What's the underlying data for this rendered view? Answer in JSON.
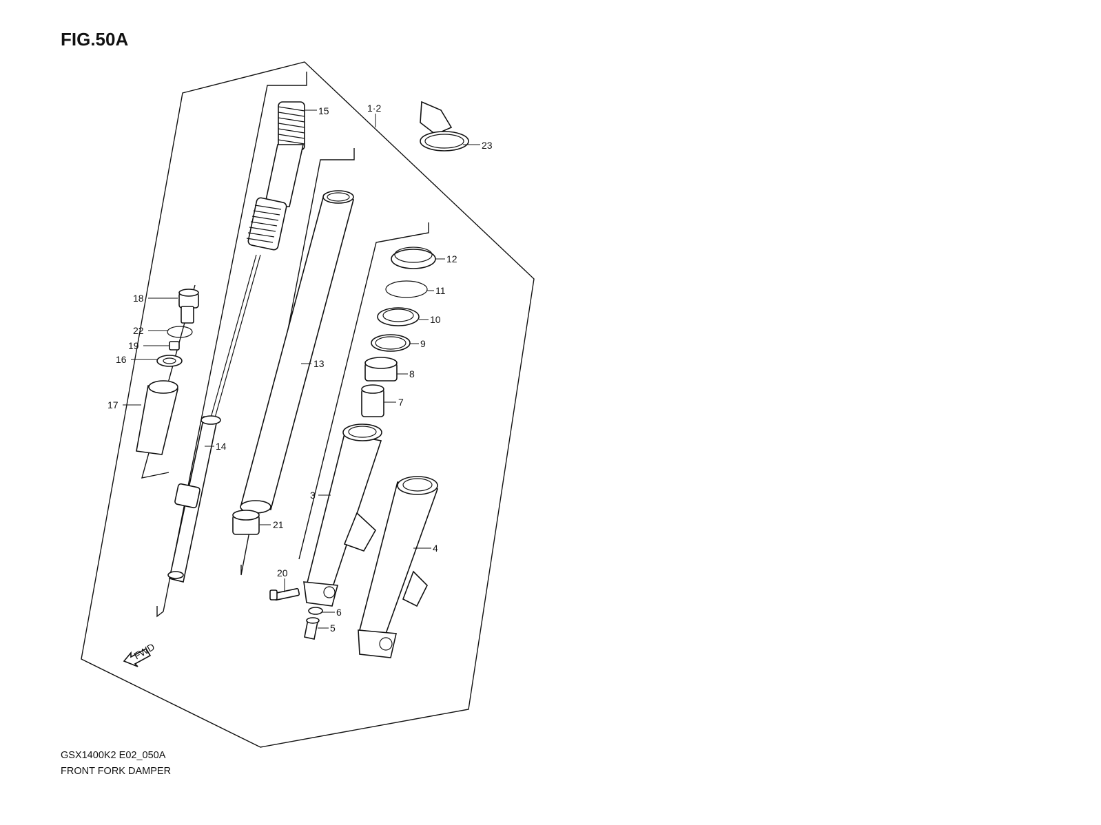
{
  "figure": {
    "title": "FIG.50A"
  },
  "caption": {
    "model_code": "GSX1400K2 E02_050A",
    "name": "FRONT FORK DAMPER"
  },
  "fwd_arrow": {
    "label": "FWD"
  },
  "callouts": {
    "c12": "1·2",
    "c15": "15",
    "c23": "23",
    "c12r": "12",
    "c11": "11",
    "c10": "10",
    "c9": "9",
    "c8": "8",
    "c7": "7",
    "c13": "13",
    "c18": "18",
    "c22": "22",
    "c19": "19",
    "c16": "16",
    "c17": "17",
    "c14": "14",
    "c3": "3",
    "c4": "4",
    "c21": "21",
    "c20": "20",
    "c6": "6",
    "c5": "5"
  }
}
